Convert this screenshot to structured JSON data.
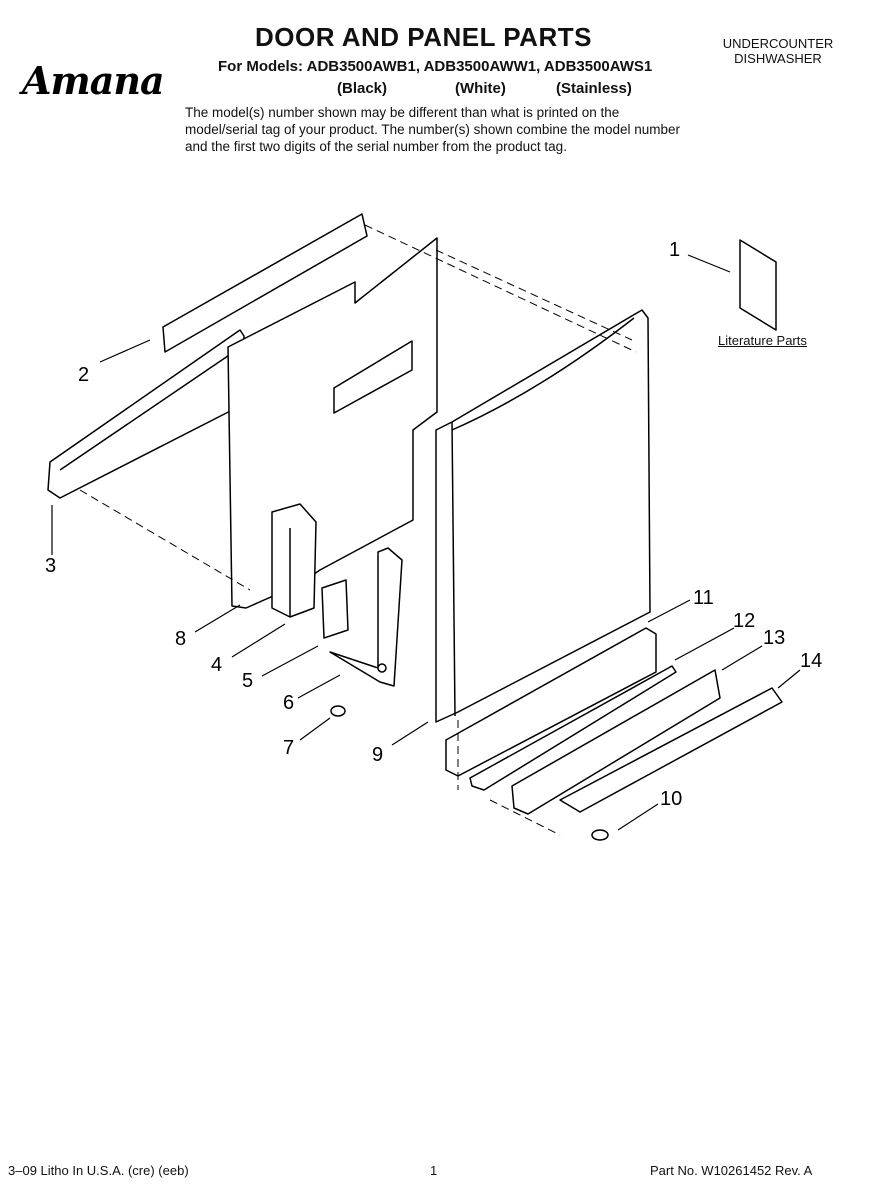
{
  "header": {
    "brand": "Amana",
    "title": "DOOR AND PANEL PARTS",
    "models_line": "For Models: ADB3500AWB1, ADB3500AWW1, ADB3500AWS1",
    "variants": [
      "(Black)",
      "(White)",
      "(Stainless)"
    ],
    "category": [
      "UNDERCOUNTER",
      "DISHWASHER"
    ],
    "note": "The model(s) number shown may be different than what is printed on the model/serial tag of your product. The number(s) shown combine the model number and the first two digits of the serial number from the product tag."
  },
  "diagram": {
    "callouts": [
      "1",
      "2",
      "3",
      "4",
      "5",
      "6",
      "7",
      "8",
      "9",
      "10",
      "11",
      "12",
      "13",
      "14"
    ],
    "literature_label": "Literature Parts"
  },
  "footer": {
    "left": "3–09 Litho In U.S.A. (cre) (eeb)",
    "page": "1",
    "part_no": "Part No. W10261452 Rev. A"
  }
}
